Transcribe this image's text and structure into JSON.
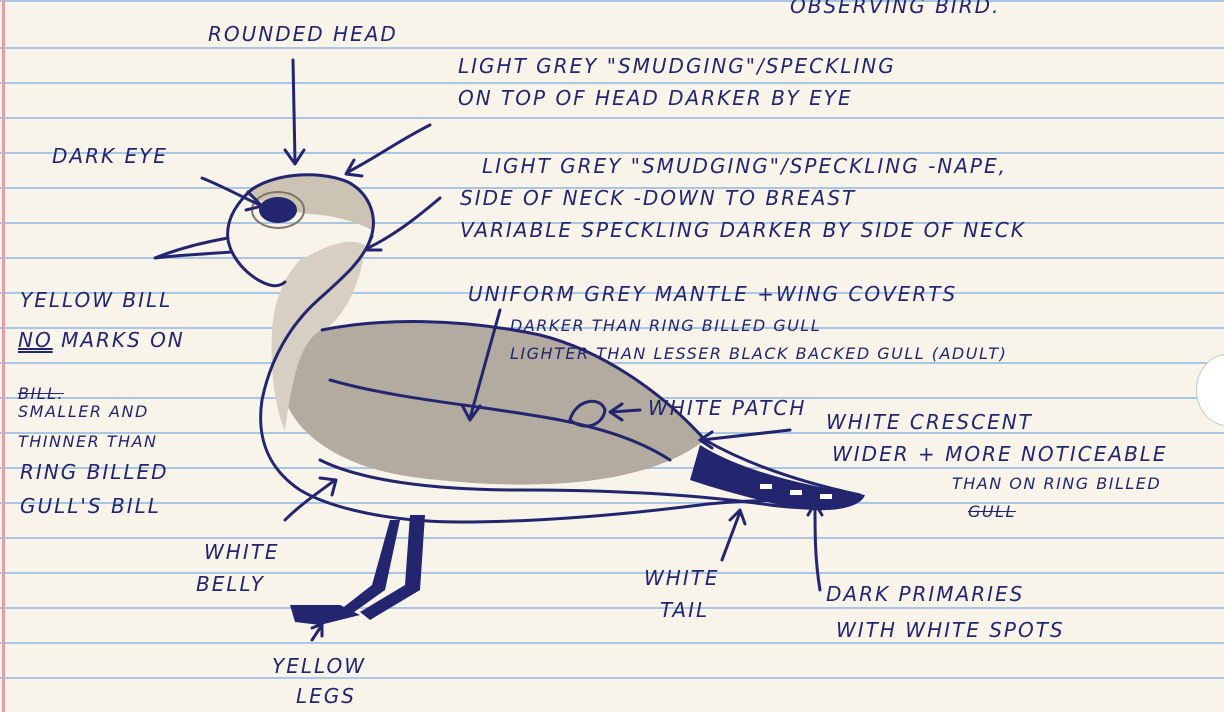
{
  "header": {
    "fragment": "OBSERVING BIRD."
  },
  "labels": {
    "rounded_head": "ROUNDED HEAD",
    "head_speckling_1": "LIGHT GREY \"SMUDGING\"/SPECKLING",
    "head_speckling_2": "ON TOP OF HEAD DARKER BY EYE",
    "dark_eye": "DARK EYE",
    "nape_1": "LIGHT GREY \"SMUDGING\"/SPECKLING -NAPE,",
    "nape_2": "SIDE OF NECK -DOWN TO BREAST",
    "nape_3": "VARIABLE SPECKLING DARKER BY SIDE OF NECK",
    "yellow_bill": "YELLOW BILL",
    "no_marks_1": "NO",
    "no_marks_2": "MARKS ON",
    "bill_struck": "BILL.",
    "smaller_1": "SMALLER AND",
    "smaller_2": "THINNER THAN",
    "ring_billed": "RING BILLED",
    "gulls_bill": "GULL'S BILL",
    "mantle_1": "UNIFORM GREY MANTLE +WING COVERTS",
    "mantle_2": "DARKER THAN RING BILLED GULL",
    "mantle_3": "LIGHTER THAN LESSER BLACK BACKED GULL (ADULT)",
    "white_patch": "WHITE PATCH",
    "crescent_1": "WHITE CRESCENT",
    "crescent_2": "WIDER + MORE NOTICEABLE",
    "crescent_3": "THAN ON RING BILLED",
    "crescent_4": "GULL",
    "white_belly_1": "WHITE",
    "white_belly_2": "BELLY",
    "white_tail_1": "WHITE",
    "white_tail_2": "TAIL",
    "primaries_1": "DARK PRIMARIES",
    "primaries_2": "WITH WHITE SPOTS",
    "yellow_legs_1": "YELLOW",
    "yellow_legs_2": "LEGS"
  },
  "colors": {
    "ink": "#23266e",
    "paper": "#f8f4ea",
    "rule_line": "#a9c6e4",
    "margin_line": "#e2a0a8",
    "mantle_grey": "#b4aba0"
  }
}
